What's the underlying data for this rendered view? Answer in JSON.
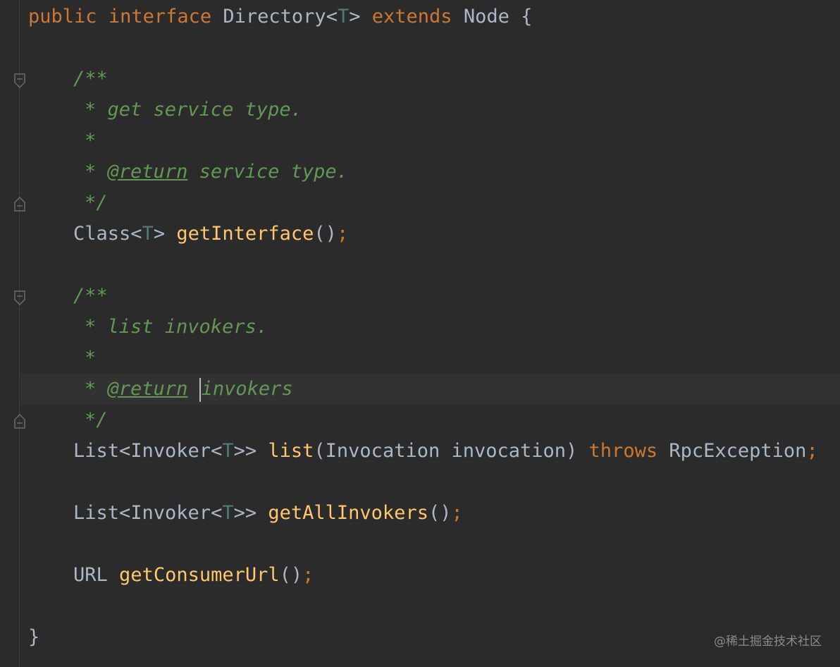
{
  "code": {
    "line1": {
      "kw1": "public",
      "kw2": "interface",
      "name": "Directory",
      "lt": "<",
      "typeParam": "T",
      "gt": ">",
      "kw3": "extends",
      "parent": "Node",
      "brace": "{"
    },
    "doc1": {
      "open": "/**",
      "text": "* get service type.",
      "star": "*",
      "returnStar": "*",
      "returnTag": "@return",
      "returnText": "service type.",
      "close": "*/"
    },
    "method1": {
      "returnType": "Class",
      "lt": "<",
      "typeParam": "T",
      "gt": ">",
      "name": "getInterface",
      "args": "()",
      "semi": ";"
    },
    "doc2": {
      "open": "/**",
      "text": "* list invokers.",
      "star": "*",
      "returnStar": "*",
      "returnTag": "@return",
      "returnText": "invokers",
      "close": "*/"
    },
    "method2": {
      "returnType1": "List<Invoker<",
      "typeParam": "T",
      "returnType2": ">>",
      "name": "list",
      "paramsOpen": "(Invocation invocation)",
      "throwsKw": "throws",
      "exception": "RpcException",
      "semi": ";"
    },
    "method3": {
      "returnType1": "List<Invoker<",
      "typeParam": "T",
      "returnType2": ">>",
      "name": "getAllInvokers",
      "args": "()",
      "semi": ";"
    },
    "method4": {
      "returnType": "URL",
      "name": "getConsumerUrl",
      "args": "()",
      "semi": ";"
    },
    "closing": "}"
  },
  "watermark": "@稀土掘金技术社区",
  "colors": {
    "background": "#2b2b2b",
    "keyword": "#cc7832",
    "method": "#ffc66d",
    "doc": "#629755",
    "typeParam": "#507874",
    "text": "#a9b7c6"
  }
}
